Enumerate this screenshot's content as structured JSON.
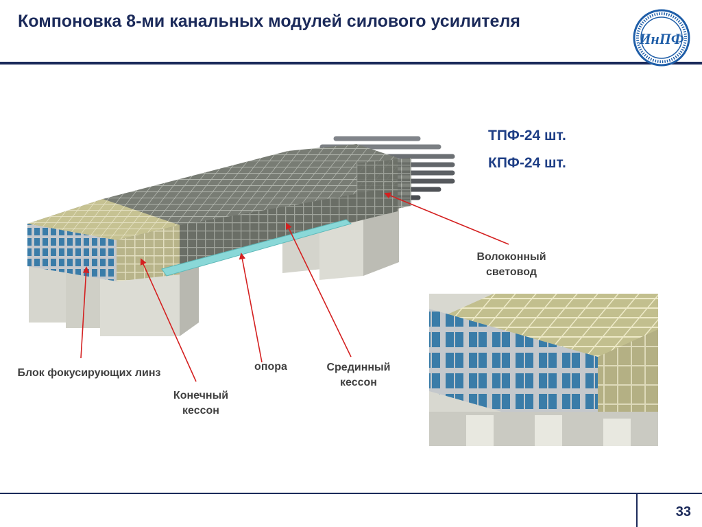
{
  "slide": {
    "title": "Компоновка 8-ми канальных модулей силового усилителя",
    "page_number": "33",
    "logo": {
      "text": "ИнПФ",
      "icon": "institute-seal"
    }
  },
  "counts": {
    "tpf": "ТПФ-24 шт.",
    "kpf": "КПФ-24 шт."
  },
  "labels": {
    "lens_block": "Блок фокусирующих линз",
    "end_caisson": "Конечный кессон",
    "support": "опора",
    "middle_caisson": "Срединный кессон",
    "fiber": "Волоконный световод"
  },
  "colors": {
    "title": "#1b2a5a",
    "accent_blue": "#1f3f86",
    "pointer_red": "#d42020",
    "caisson_olive": "#b8b48a",
    "caisson_grey": "#6a6e66",
    "lens_blue": "#3a7ca8",
    "support_cyan": "#8ad8d8"
  }
}
